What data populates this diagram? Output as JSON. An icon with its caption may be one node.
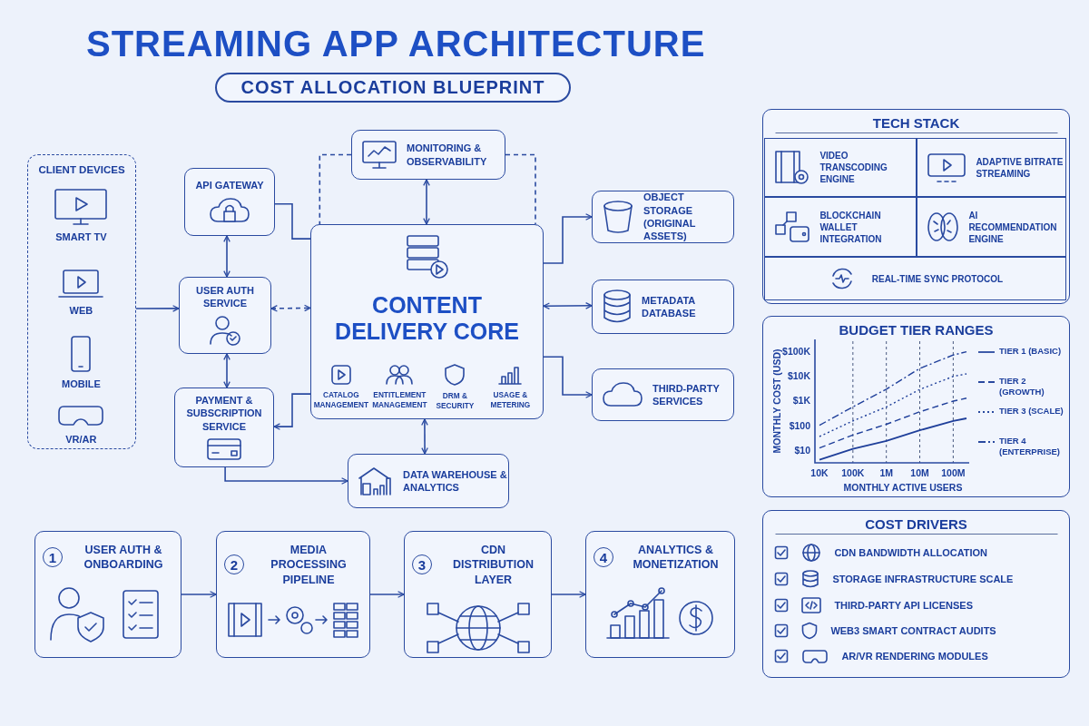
{
  "diagram": {
    "title": "STREAMING APP ARCHITECTURE",
    "nodes": [
      {
        "text": [
          "CLIENT DEVICES"
        ]
      },
      {
        "text": [
          "SMART TV"
        ],
        "in": 0
      },
      {
        "text": [
          "WEB"
        ],
        "in": 0
      },
      {
        "text": [
          "MOBILE"
        ],
        "in": 0
      },
      {
        "text": [
          "VR/AR"
        ],
        "in": 0
      },
      {
        "text": [
          "API GATEWAY"
        ]
      },
      {
        "text": [
          "USER AUTH SERVICE"
        ]
      },
      {
        "text": [
          "PAYMENT & SUBSCRIPTION SERVICE"
        ]
      },
      {
        "text": [
          "MONITORING & OBSERVABILITY"
        ]
      },
      {
        "text": [
          "CONTENT DELIVERY CORE"
        ]
      },
      {
        "text": [
          "CATALOG MANAGEMENT"
        ],
        "in": 9
      },
      {
        "text": [
          "ENTITLEMENT MANAGEMENT"
        ],
        "in": 9
      },
      {
        "text": [
          "DRM & SECURITY"
        ],
        "in": 9
      },
      {
        "text": [
          "USAGE & METERING"
        ],
        "in": 9
      },
      {
        "text": [
          "DATA WAREHOUSE & ANALYTICS"
        ]
      },
      {
        "text": [
          "OBJECT STORAGE (ORIGINAL ASSETS)"
        ]
      },
      {
        "text": [
          "METADATA DATABASE"
        ]
      },
      {
        "text": [
          "THIRD-PARTY SERVICES"
        ]
      },
      {
        "text": [
          "TECH STACK"
        ]
      },
      {
        "text": [
          "VIDEO TRANSCODING ENGINE"
        ],
        "in": 18
      },
      {
        "text": [
          "ADAPTIVE BITRATE STREAMING"
        ],
        "in": 18
      },
      {
        "text": [
          "BLOCKCHAIN WALLET INTEGRATION"
        ],
        "in": 18
      },
      {
        "text": [
          "AI RECOMMENDATION ENGINE"
        ],
        "in": 18
      },
      {
        "text": [
          "REAL-TIME SYNC PROTOCOL"
        ],
        "in": 18
      },
      {
        "text": [
          "COST DRIVERS"
        ]
      },
      {
        "text": [
          "CDN BANDWIDTH ALLOCATION"
        ],
        "in": 24
      },
      {
        "text": [
          "STORAGE INFRASTRUCTURE SCALE"
        ],
        "in": 24
      },
      {
        "text": [
          "THIRD-PARTY API LICENSES"
        ],
        "in": 24
      },
      {
        "text": [
          "WEB3 SMART CONTRACT AUDITS"
        ],
        "in": 24
      },
      {
        "text": [
          "AR/VR RENDERING MODULES"
        ],
        "in": 24
      },
      {
        "text": [
          "1",
          "USER AUTH & ONBOARDING"
        ]
      },
      {
        "text": [
          "2",
          "MEDIA PROCESSING PIPELINE"
        ]
      },
      {
        "text": [
          "3",
          "CDN DISTRIBUTION LAYER"
        ]
      },
      {
        "text": [
          "4",
          "ANALYTICS & MONETIZATION"
        ]
      },
      {
        "text": [
          "BUDGET TIER RANGES"
        ]
      }
    ],
    "edges": [
      {
        "from": 0,
        "to": 6,
        "arrow": "to"
      },
      {
        "from": 5,
        "to": 6,
        "arrow": "both"
      },
      {
        "from": 6,
        "to": 9,
        "arrow": "both",
        "style": "dashed"
      },
      {
        "from": 6,
        "to": 7,
        "arrow": "both"
      },
      {
        "from": 5,
        "to": 9,
        "arrow": "none"
      },
      {
        "from": 9,
        "to": 7,
        "arrow": "to"
      },
      {
        "from": 7,
        "to": 14,
        "arrow": "to"
      },
      {
        "from": 8,
        "to": 9,
        "arrow": "both"
      },
      {
        "from": 8,
        "to": 9,
        "arrow": "none",
        "style": "dashed"
      },
      {
        "from": 8,
        "to": 9,
        "arrow": "none",
        "style": "dashed"
      },
      {
        "from": 9,
        "to": 15,
        "arrow": "to"
      },
      {
        "from": 9,
        "to": 16,
        "arrow": "both"
      },
      {
        "from": 9,
        "to": 17,
        "arrow": "to"
      },
      {
        "from": 9,
        "to": 14,
        "arrow": "both"
      },
      {
        "from": 30,
        "to": 31,
        "arrow": "to"
      },
      {
        "from": 31,
        "to": 32,
        "arrow": "to"
      },
      {
        "from": 32,
        "to": 33,
        "arrow": "to"
      }
    ],
    "labels": [
      "COST ALLOCATION BLUEPRINT",
      "$100K",
      "$10K",
      "$1K",
      "$100",
      "$10",
      "MONTHLY COST (USD)",
      "10K",
      "100K",
      "1M",
      "10M",
      "100M",
      "MONTHLY ACTIVE USERS"
    ],
    "legend": [
      {
        "text": "TIER 1 (BASIC)"
      },
      {
        "text": "TIER 2 (GROWTH)"
      },
      {
        "text": "TIER 3 (SCALE)"
      },
      {
        "text": "TIER 4 (ENTERPRISE)"
      }
    ]
  }
}
